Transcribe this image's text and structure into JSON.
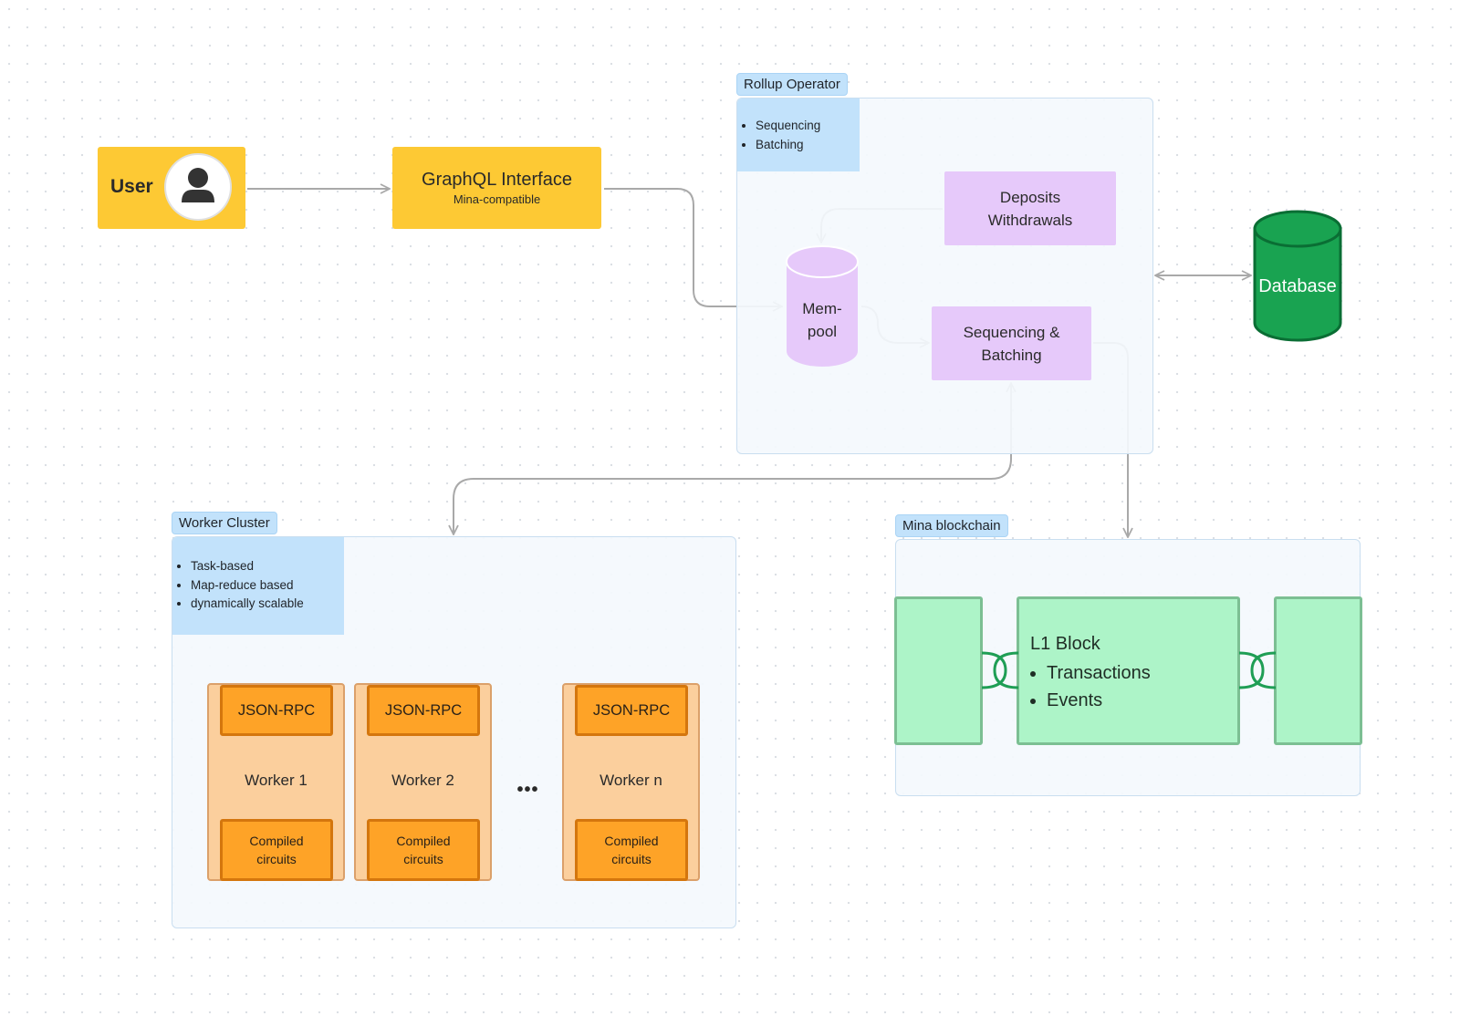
{
  "user": {
    "label": "User"
  },
  "graphql": {
    "title": "GraphQL Interface",
    "subtitle": "Mina-compatible"
  },
  "rollup_operator": {
    "tag": "Rollup Operator",
    "notes": [
      "Sequencing",
      "Batching"
    ],
    "deposits": {
      "line1": "Deposits",
      "line2": "Withdrawals"
    },
    "mempool": {
      "line1": "Mem-",
      "line2": "pool"
    },
    "sequencing": {
      "line1": "Sequencing &",
      "line2": "Batching"
    }
  },
  "database": {
    "label": "Database"
  },
  "worker_cluster": {
    "tag": "Worker Cluster",
    "notes": [
      "Task-based",
      "Map-reduce based",
      "dynamically scalable"
    ],
    "ellipsis": "•••",
    "workers": [
      {
        "rpc": "JSON-RPC",
        "name": "Worker 1",
        "circuits_line1": "Compiled",
        "circuits_line2": "circuits"
      },
      {
        "rpc": "JSON-RPC",
        "name": "Worker 2",
        "circuits_line1": "Compiled",
        "circuits_line2": "circuits"
      },
      {
        "rpc": "JSON-RPC",
        "name": "Worker n",
        "circuits_line1": "Compiled",
        "circuits_line2": "circuits"
      }
    ]
  },
  "mina": {
    "tag": "Mina blockchain",
    "block_title": "L1 Block",
    "block_items": [
      "Transactions",
      "Events"
    ]
  },
  "colors": {
    "yellow": "#fdc934",
    "purple": "#e6c9fa",
    "blue_note": "#c2e2fb",
    "orange": "#fea327",
    "worker_bg": "#fbcf9d",
    "green_block": "#adf4c8",
    "database": "#19a351",
    "connector": "#a9a9a9"
  }
}
